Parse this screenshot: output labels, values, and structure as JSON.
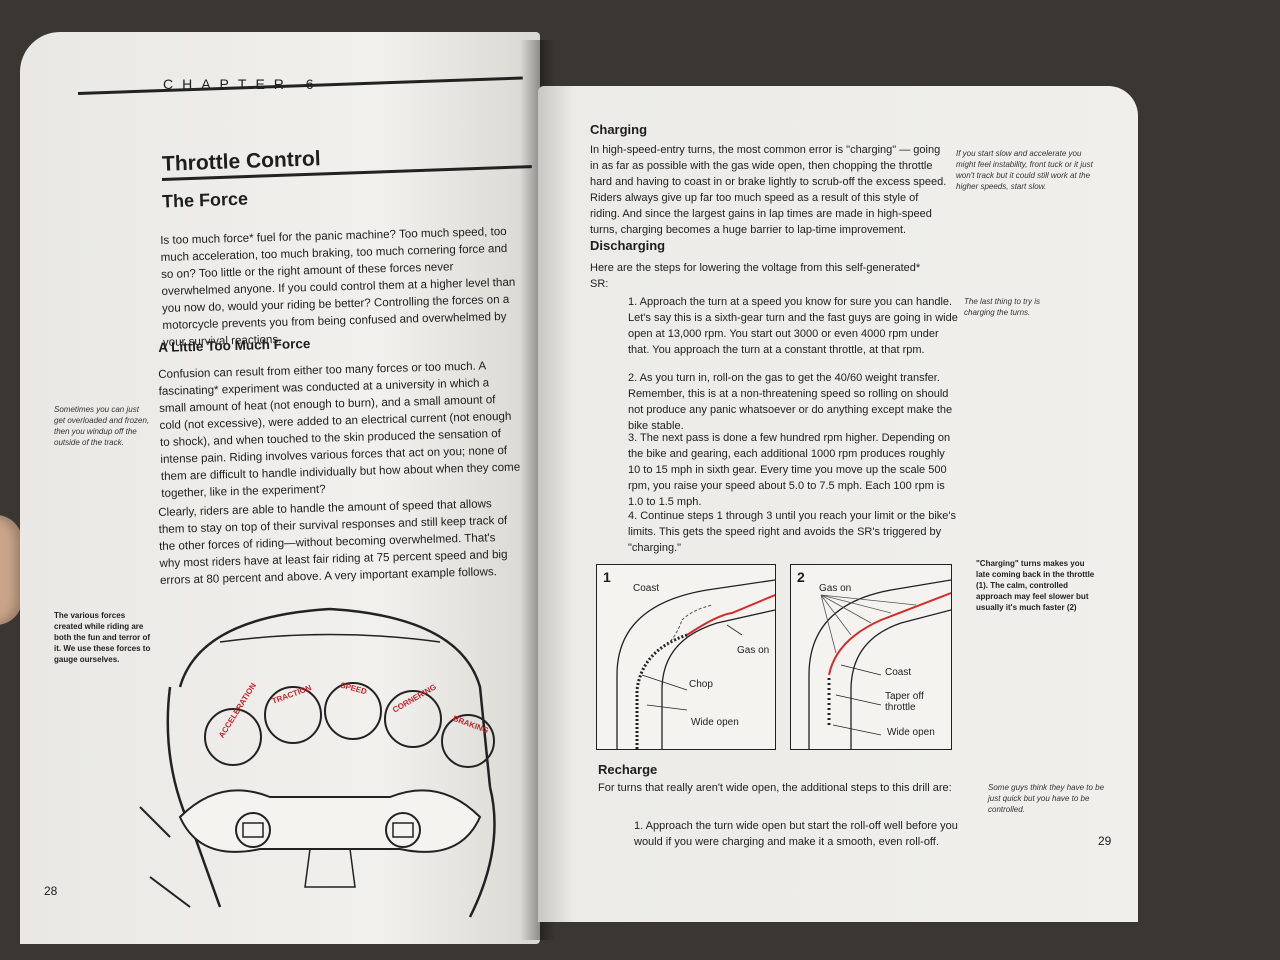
{
  "left_page": {
    "chapter": "CHAPTER 6",
    "title": "Throttle Control",
    "subtitle": "The Force",
    "intro": "Is too much force* fuel for the panic machine? Too much speed, too much acceleration, too much braking, too much cornering force and so on? Too little or the right amount of these forces never overwhelmed anyone. If you could control them at a higher level than you now do, would your riding be better? Controlling the forces on a motorcycle prevents you from being confused and overwhelmed by your survival reactions.",
    "section_heading": "A Little Too Much Force",
    "para1": "Confusion can result from either too many forces or too much. A fascinating* experiment was conducted at a university in which a small amount of heat (not enough to burn), and a small amount of cold (not excessive), were added to an electrical current (not enough to shock), and when touched to the skin produced the sensation of intense pain. Riding involves various forces that act on you; none of them are difficult to handle individually but how about when they come together, like in the experiment?",
    "para2": "Clearly, riders are able to handle the amount of speed that allows them to stay on top of their survival responses and still keep track of the other forces of riding—without becoming overwhelmed. That's why most riders have at least fair riding at 75 percent speed and big errors at 80 percent and above. A very important example follows.",
    "sidenote1": "Sometimes you can just get overloaded and frozen, then you windup off the outside of the track.",
    "sidenote2": "The various forces created while riding are both the fun and terror of it. We use these forces to gauge ourselves.",
    "gauges": [
      "ACCELERATION",
      "TRACTION",
      "SPEED",
      "CORNERING",
      "BRAKING"
    ],
    "page_number": "28"
  },
  "right_page": {
    "charging_heading": "Charging",
    "charging_text": "In high-speed-entry turns, the most common error is \"charging\" — going in as far as possible with the gas wide open, then chopping the throttle hard and having to coast in or brake lightly to scrub-off the excess speed. Riders always give up far too much speed as a result of this style of riding. And since the largest gains in lap times are made in high-speed turns, charging becomes a huge barrier to lap-time improvement.",
    "sidenote_charging": "If you start slow and accelerate you might feel instability, front tuck or it just won't track but it could still work at the higher speeds, start slow.",
    "discharging_heading": "Discharging",
    "discharging_intro": "Here are the steps for lowering the voltage from this self-generated* SR:",
    "steps": [
      "1. Approach the turn at a speed you know for sure you can handle. Let's say this is a sixth-gear turn and the fast guys are going in wide open at 13,000 rpm. You start out 3000 or even 4000 rpm under that. You approach the turn at a constant throttle, at that rpm.",
      "2. As you turn in, roll-on the gas to get the 40/60 weight transfer. Remember, this is at a non-threatening speed so rolling on should not produce any panic whatsoever or do anything except make the bike stable.",
      "3. The next pass is done a few hundred rpm higher. Depending on the bike and gearing, each additional 1000 rpm produces roughly 10 to 15 mph in sixth gear. Every time you move up the scale 500 rpm, you raise your speed about 5.0 to 7.5 mph. Each 100 rpm is 1.0 to 1.5 mph.",
      "4. Continue steps 1 through 3 until you reach your limit or the bike's limits. This gets the speed right and avoids the SR's triggered by \"charging.\""
    ],
    "sidenote_last": "The last thing to try is charging the turns.",
    "diagram1": {
      "number": "1",
      "labels": [
        "Coast",
        "Gas on",
        "Chop",
        "Wide open"
      ]
    },
    "diagram2": {
      "number": "2",
      "labels": [
        "Gas on",
        "Coast",
        "Taper off throttle",
        "Wide open"
      ]
    },
    "diagram_caption": "\"Charging\" turns makes you late coming back in the throttle (1). The calm, controlled approach may feel slower but usually it's much faster (2)",
    "recharge_heading": "Recharge",
    "recharge_text": "For turns that really aren't wide open, the additional steps to this drill are:",
    "recharge_step1": "1. Approach the turn wide open but start the roll-off well before you would if you were charging and make it a smooth, even roll-off.",
    "sidenote_recharge": "Some guys think they have to be just quick but you have to be controlled.",
    "page_number": "29"
  },
  "colors": {
    "paper": "#eeede9",
    "ink": "#1e1e1e",
    "red_line": "#d62b2b"
  }
}
